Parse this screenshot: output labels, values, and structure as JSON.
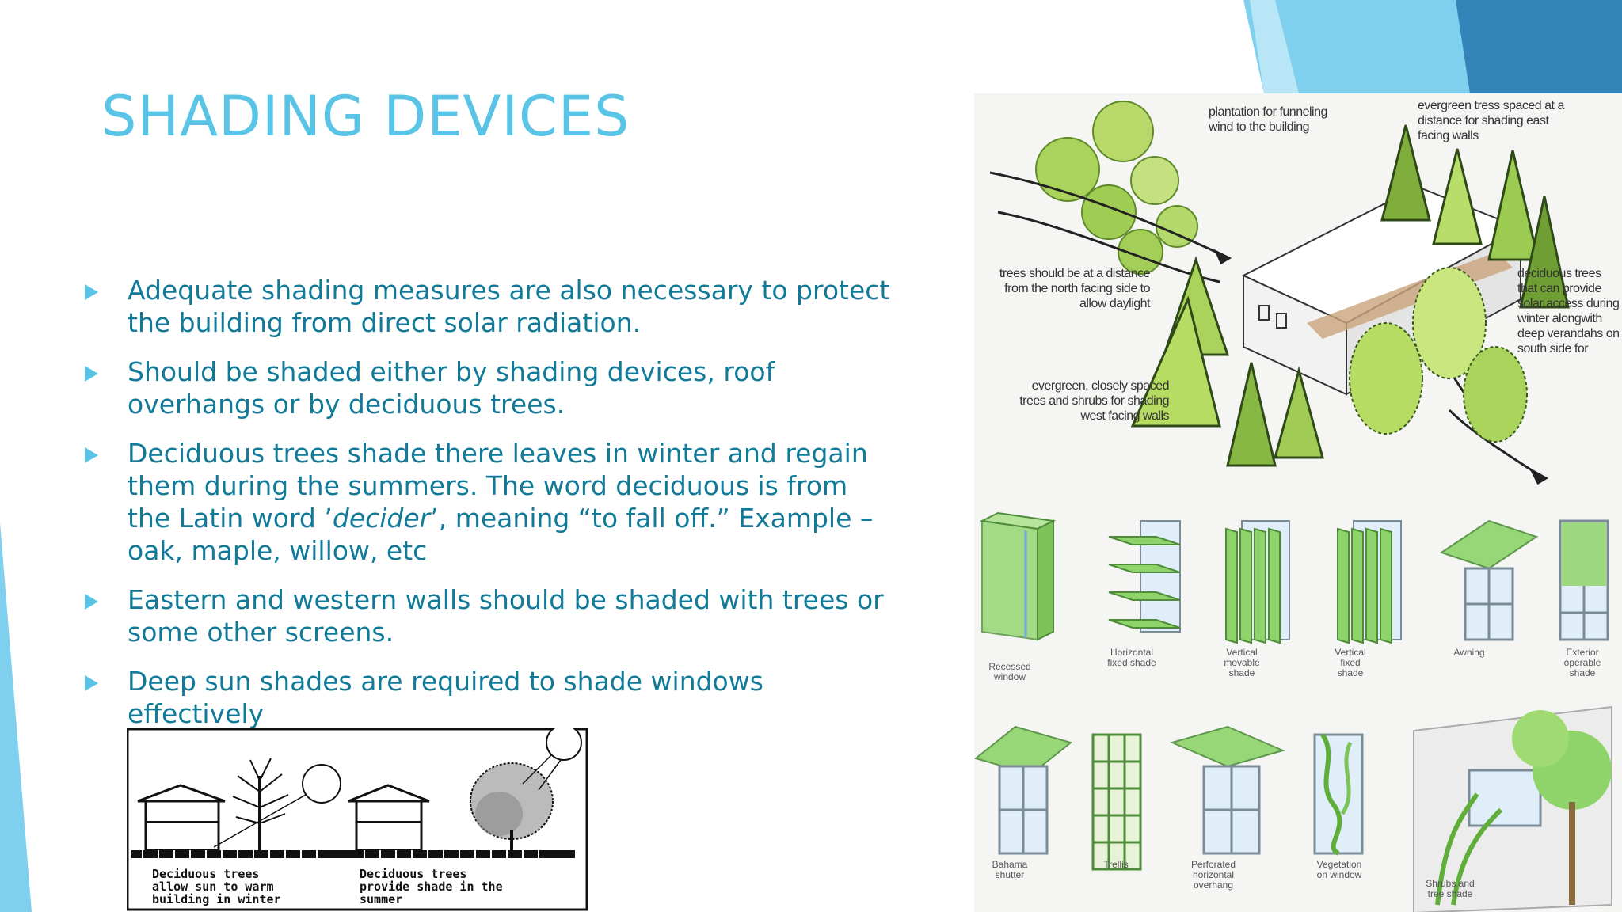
{
  "title": "SHADING DEVICES",
  "bullets": {
    "b1": "Adequate shading measures are also necessary to protect the building from direct solar radiation.",
    "b2": "Should be shaded either by shading devices, roof overhangs or by deciduous trees.",
    "b3_pre": "Deciduous trees shade there leaves in winter and regain them during the summers. The word deciduous is from the Latin word ’",
    "b3_italic": "decider",
    "b3_post": "’, meaning “to fall off.” Example – oak, maple, willow, etc",
    "b4": "Eastern and western walls should be shaded with trees or some other screens.",
    "b5": "Deep sun shades are required to shade windows effectively"
  },
  "figure_trees": {
    "caption_left": [
      "Deciduous trees",
      "allow sun to warm",
      "building in winter"
    ],
    "caption_right": [
      "Deciduous trees",
      "provide shade in the",
      "summer"
    ]
  },
  "site_plan": {
    "label_funneling": [
      "plantation for funneling",
      "wind to the building"
    ],
    "label_evergreen_east": [
      "evergreen tress spaced at a",
      "distance for shading east",
      "facing walls"
    ],
    "label_north": [
      "trees should be at a distance",
      "from the north facing side to",
      "allow daylight"
    ],
    "label_deciduous": [
      "deciduous trees",
      "that can provide",
      "solar access during",
      "winter alongwith",
      "deep verandahs on",
      "south side for"
    ],
    "label_west": [
      "evergreen, closely spaced",
      "trees and shrubs for shading",
      "west facing walls"
    ]
  },
  "devices": {
    "row1": [
      [
        "Recessed",
        "window"
      ],
      [
        "Horizontal",
        "fixed shade"
      ],
      [
        "Vertical",
        "movable",
        "shade"
      ],
      [
        "Vertical",
        "fixed",
        "shade"
      ],
      [
        "Awning"
      ],
      [
        "Exterior",
        "operable",
        "shade"
      ]
    ],
    "row2": [
      [
        "Bahama",
        "shutter"
      ],
      [
        "Trellis"
      ],
      [
        "Perforated",
        "horizontal",
        "overhang"
      ],
      [
        "Vegetation",
        "on window"
      ],
      [
        "Shrubs and",
        "tree shade"
      ]
    ]
  },
  "colors": {
    "title": "#5ac4e6",
    "body_text": "#127a99",
    "bullet": "#59c3e6",
    "accent_light": "#7fd0ee",
    "accent_dark": "#2f7fb5",
    "foliage_light": "#a9d35a",
    "foliage_dark": "#4e7a2a",
    "glass_green": "#8fd46b"
  },
  "icons": {
    "bullet": "right-triangle-icon",
    "sun": "sun-icon",
    "house": "house-icon",
    "tree": "tree-icon",
    "arrow": "wind-arrow-icon"
  }
}
